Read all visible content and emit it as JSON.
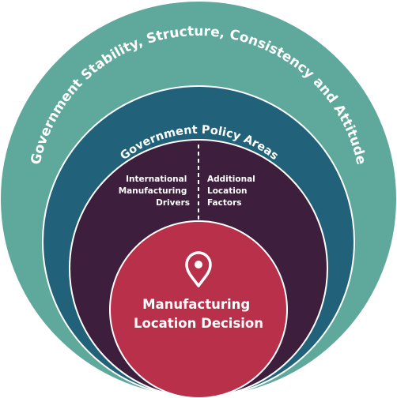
{
  "rings": {
    "outer": {
      "label": "Government Stability, Structure, Consistency and Attitude",
      "color": "#5fa99c"
    },
    "middle": {
      "label": "Government Policy Areas",
      "color": "#21627a"
    },
    "inner": {
      "color": "#3d1f3d",
      "left_label": [
        "International",
        "Manufacturing",
        "Drivers"
      ],
      "right_label": [
        "Additional",
        "Location",
        "Factors"
      ]
    },
    "core": {
      "label": [
        "Manufacturing",
        "Location Decision"
      ],
      "color": "#b8304a",
      "icon": "location-pin-icon"
    }
  }
}
